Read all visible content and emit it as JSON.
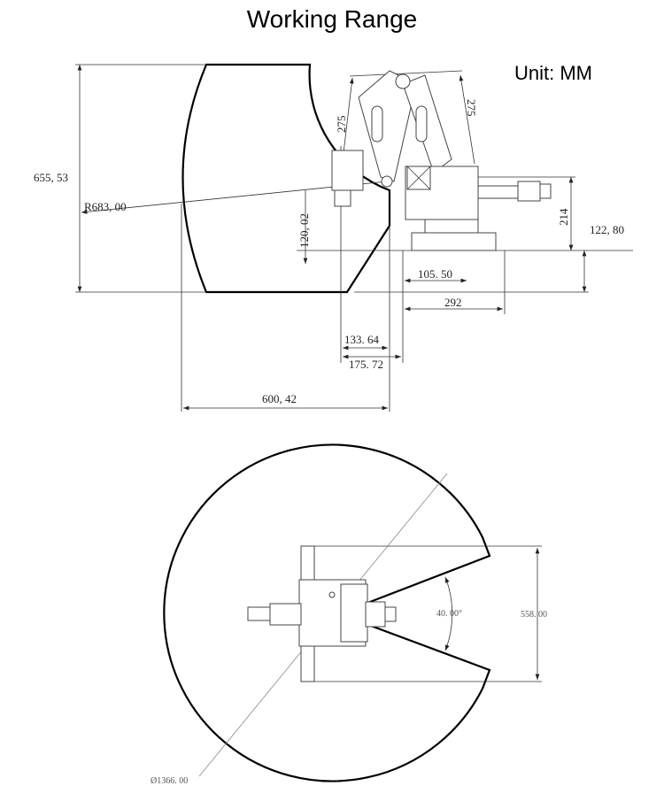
{
  "title": "Working Range",
  "unit_label": "Unit: MM",
  "side_view": {
    "height_total": "655, 53",
    "reach_radius": "R683, 00",
    "arm_upper": "275",
    "arm_lower": "275",
    "offset_vertical": "120, 02",
    "base_height": "214",
    "below_base": "122, 80",
    "base_half": "105. 50",
    "base_width": "292",
    "inner_offset_1": "133. 64",
    "inner_offset_2": "175. 72",
    "horizontal_reach": "600, 42"
  },
  "top_view": {
    "angle": "40. 00°",
    "opening_width": "558. 00",
    "diameter": "Ø1366. 00"
  }
}
